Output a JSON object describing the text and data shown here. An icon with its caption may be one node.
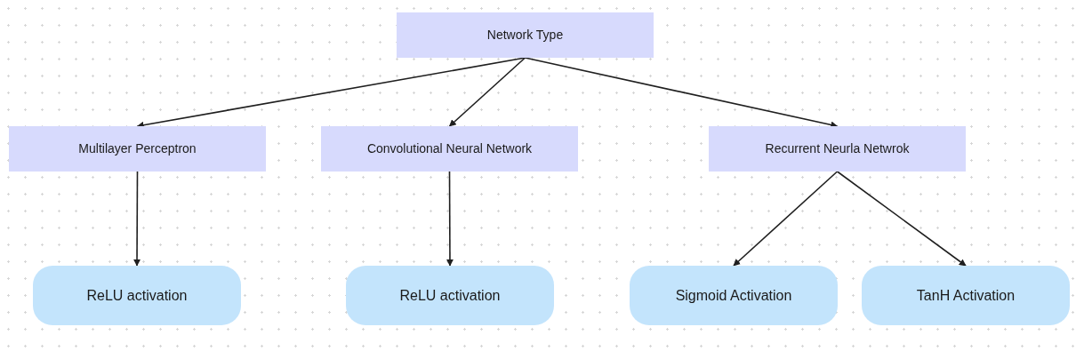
{
  "diagram": {
    "nodes": [
      {
        "text": [
          "Network Type"
        ]
      },
      {
        "text": [
          "Multilayer Perceptron"
        ]
      },
      {
        "text": [
          "Convolutional Neural Network"
        ]
      },
      {
        "text": [
          "Recurrent Neurla Netwrok"
        ]
      },
      {
        "text": [
          "ReLU activation"
        ]
      },
      {
        "text": [
          "ReLU activation"
        ]
      },
      {
        "text": [
          "Sigmoid Activation"
        ]
      },
      {
        "text": [
          "TanH Activation"
        ]
      }
    ],
    "edges": [
      {
        "from": 0,
        "to": 1,
        "arrow": "to"
      },
      {
        "from": 0,
        "to": 2,
        "arrow": "to"
      },
      {
        "from": 0,
        "to": 3,
        "arrow": "to"
      },
      {
        "from": 1,
        "to": 4,
        "arrow": "to"
      },
      {
        "from": 2,
        "to": 5,
        "arrow": "to"
      },
      {
        "from": 3,
        "to": 6,
        "arrow": "to"
      },
      {
        "from": 3,
        "to": 7,
        "arrow": "to"
      }
    ]
  }
}
